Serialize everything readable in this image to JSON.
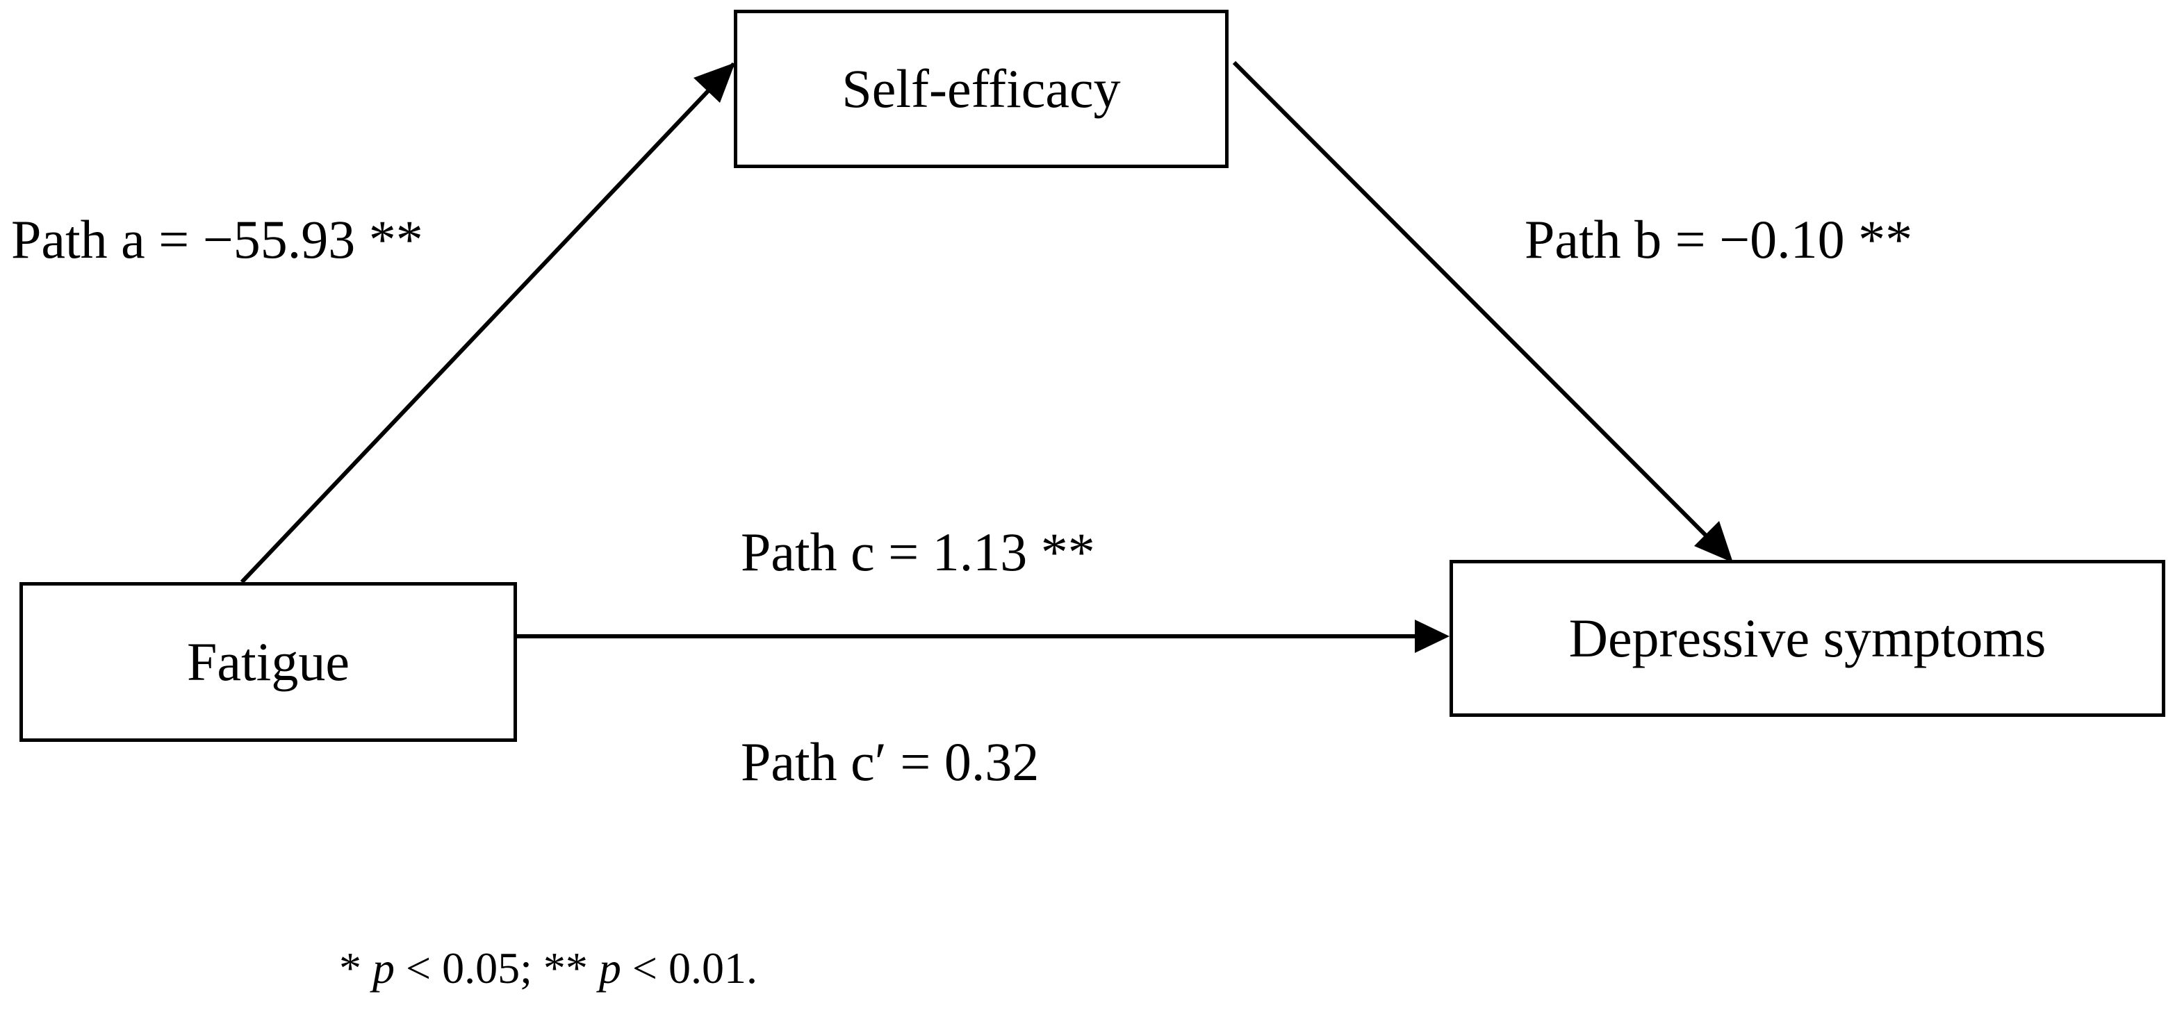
{
  "nodes": {
    "mediator": "Self-efficacy",
    "predictor": "Fatigue",
    "outcome": "Depressive symptoms"
  },
  "paths": {
    "a": "Path a = −55.93 **",
    "b": "Path b = −0.10 **",
    "c": "Path c = 1.13 **",
    "c_prime": "Path c′ = 0.32"
  },
  "note": {
    "part1": "* ",
    "p1": "p",
    "part2": " < 0.05; ** ",
    "p2": "p",
    "part3": " < 0.01."
  },
  "colors": {
    "line": "#000000",
    "background": "#ffffff"
  }
}
